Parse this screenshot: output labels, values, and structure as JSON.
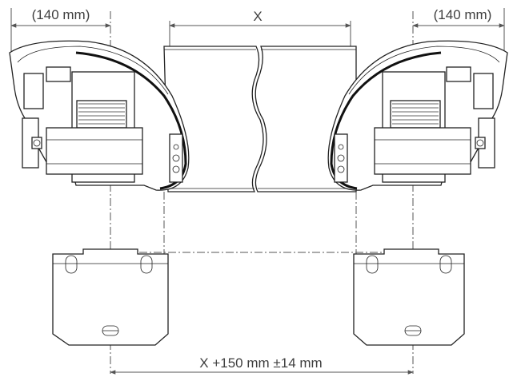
{
  "dimensions": {
    "left_offset": "(140 mm)",
    "center_length": "X",
    "right_offset": "(140 mm)",
    "bottom_spacing": "X +150 mm ±14 mm"
  }
}
